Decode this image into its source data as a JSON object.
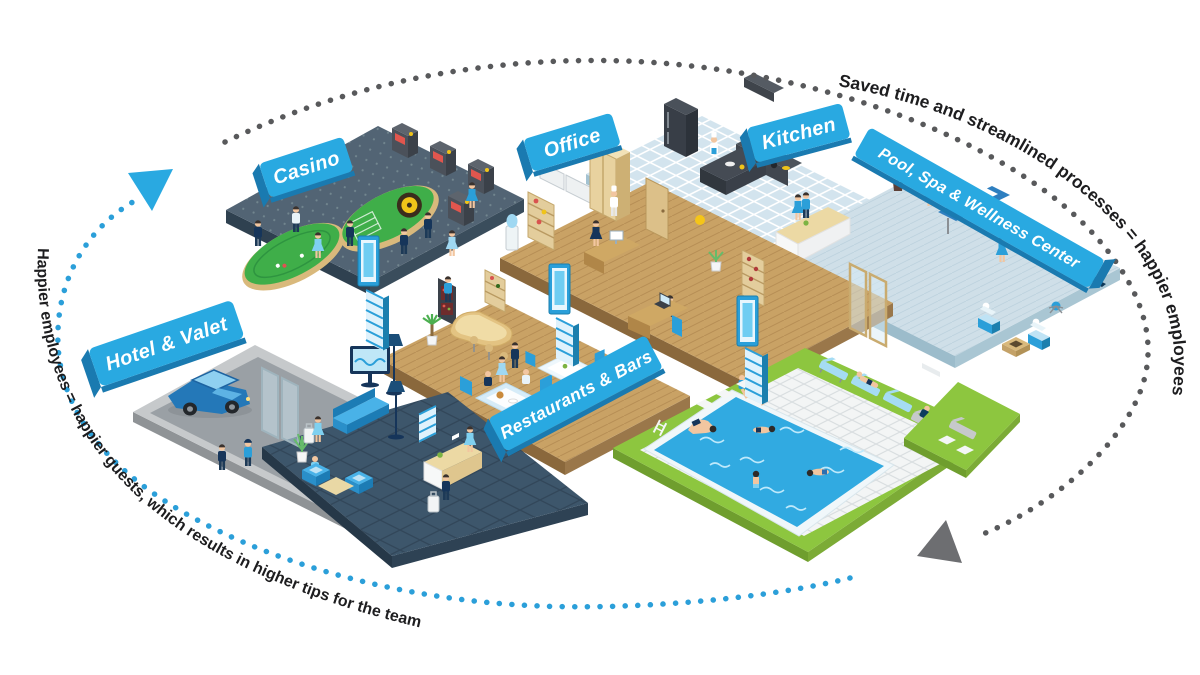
{
  "title": "Hotel operations cycle illustration",
  "cycle": {
    "top_text": "Saved time and streamlined processes = happier employees",
    "bottom_text": "Happier employees = happier guests, which results in higher tips for the team",
    "top_dots_color": "#58595b",
    "bottom_dots_color": "#2b9fd9",
    "top_arrow_color": "#6d6e71",
    "bottom_arrow_color": "#29a9e1",
    "caption_text_color": "#1d1d1f"
  },
  "rooms": [
    {
      "id": "casino",
      "label": "Casino"
    },
    {
      "id": "office",
      "label": "Office"
    },
    {
      "id": "kitchen",
      "label": "Kitchen"
    },
    {
      "id": "pool-spa",
      "label": "Pool, Spa & Wellness Center"
    },
    {
      "id": "hotel-valet",
      "label": "Hotel & Valet"
    },
    {
      "id": "restaurants-bars",
      "label": "Restaurants & Bars"
    }
  ],
  "label_style": {
    "background": "#29a9e1",
    "edge": "#1a7ab0",
    "text_color": "#ffffff"
  }
}
